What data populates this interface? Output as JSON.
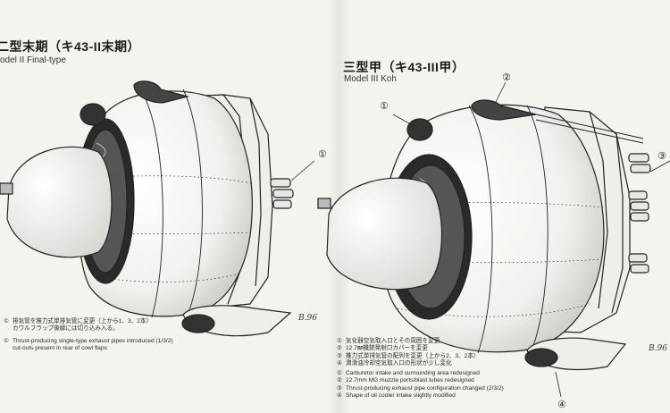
{
  "left": {
    "title_jp": "二型末期（キ43-II末期）",
    "title_en": "odel II Final-type",
    "callout": "①",
    "notes_jp": [
      {
        "num": "①",
        "text": "排気管を推力式単排気管に変更（上から1、3、2本）"
      },
      {
        "num": "",
        "text": "カウルフラップ後縁には切り込み入る。"
      }
    ],
    "notes_en": [
      {
        "num": "①",
        "text": "Thrust-producing single-type exhaust pipes introduced (1/3/2)"
      },
      {
        "num": "",
        "text": "cut-outs present in rear of cowl flaps"
      }
    ],
    "signature": "B.96"
  },
  "right": {
    "title_jp": "三型甲（キ43-III甲）",
    "title_en": "Model III Koh",
    "callouts": [
      "①",
      "②",
      "③",
      "④"
    ],
    "notes_jp": [
      {
        "num": "①",
        "text": "気化器空気取入口とその周囲を変更"
      },
      {
        "num": "②",
        "text": "12.7㎜機銃発射口カバーを変更"
      },
      {
        "num": "③",
        "text": "推力式単排気管の配列を変更（上から2、3、2本）"
      },
      {
        "num": "④",
        "text": "潤滑油冷却空気取入口の形状が少し変化"
      }
    ],
    "notes_en": [
      {
        "num": "①",
        "text": "Carburetor intake and surrounding area redesigned"
      },
      {
        "num": "②",
        "text": "12.7mm MG muzzle ports/blast tubes redesigned"
      },
      {
        "num": "③",
        "text": "Thrust-producing exhaust pipe configuration changed (2/3/2)"
      },
      {
        "num": "④",
        "text": "Shape of oil cooler intake slightly modified"
      }
    ],
    "signature": "B.96"
  }
}
